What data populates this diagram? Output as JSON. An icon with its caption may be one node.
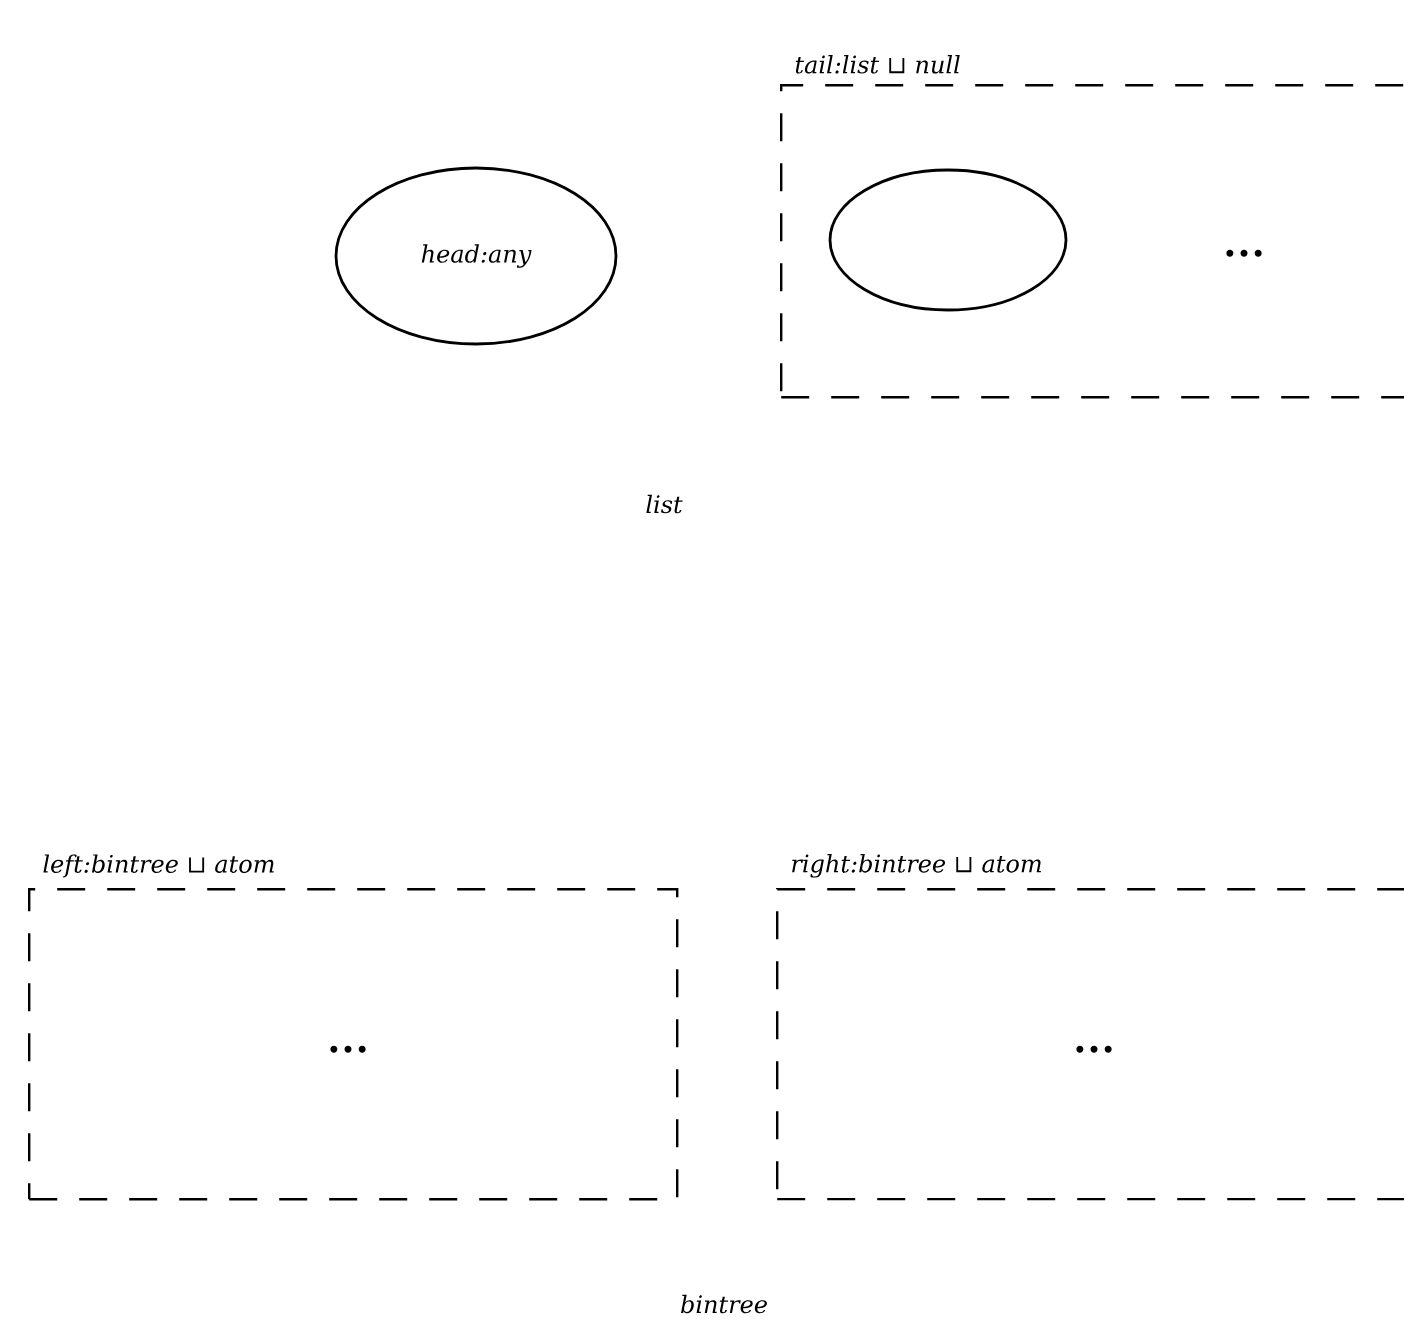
{
  "diagram": {
    "nodes": [
      {
        "text": [
          "head:any"
        ]
      },
      {
        "text": [
          "tail:list ⊔ null"
        ]
      },
      {
        "text": [],
        "shape": "circle",
        "in": 1
      },
      {
        "text": [
          "left:bintree ⊔ atom"
        ]
      },
      {
        "text": [
          "right:bintree ⊔ atom"
        ]
      }
    ],
    "labels": [
      "•••",
      "list",
      "•••",
      "•••",
      "bintree"
    ]
  }
}
